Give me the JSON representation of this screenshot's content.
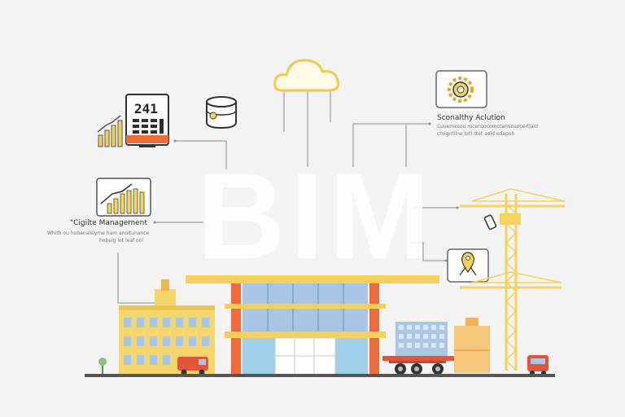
{
  "title_text": "BIM",
  "screen_value": "241",
  "left_block": {
    "title": "\"Cigilte Management",
    "lines": [
      "Whith ou habanalsiyme ham anoitunance",
      "hobeig lot leaf ool"
    ]
  },
  "right_block": {
    "title": "Sconalthy Aclution",
    "lines": [
      "Cuvemesou mcensocomotaminsocertlaid",
      "cmigntilne lott ttet aoid edepeh"
    ]
  },
  "colors": {
    "background": "#f4f4f4",
    "building_yellow": "#f5d66b",
    "beam_yellow": "#f6d15a",
    "column_orange": "#ef6b3a",
    "glass_blue": "#a9c6e2",
    "crane_yellow": "#f3d35d",
    "truck_red": "#e2553a",
    "line_gray": "#8a8a8a",
    "ground": "#555555"
  },
  "icons": [
    "chart-icon",
    "calculator-icon",
    "database-icon",
    "cloud-icon",
    "gear-icon",
    "bar-chart-icon",
    "location-pin-icon",
    "phone-icon",
    "tree-icon"
  ]
}
